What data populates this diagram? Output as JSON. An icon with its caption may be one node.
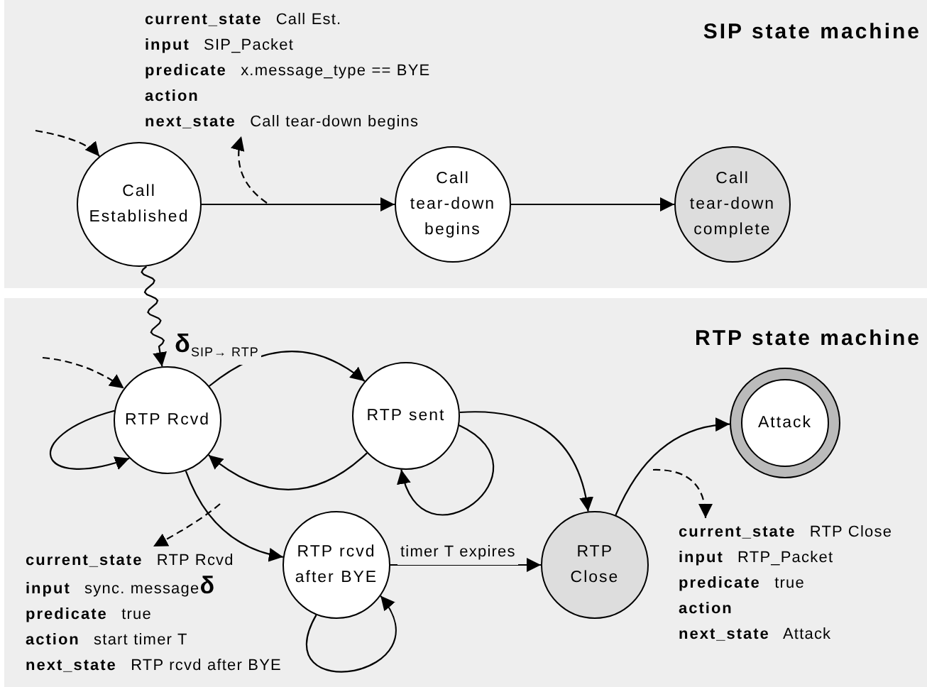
{
  "diagram": {
    "nodes": [
      {
        "text": [
          "SIP state machine"
        ]
      },
      {
        "text": [
          "**current_state** Call Est.",
          "**input** SIP_Packet",
          "**predicate** x.message_type == BYE",
          "**action**",
          "**next_state** Call tear-down begins"
        ],
        "in": 0
      },
      {
        "text": [
          "Call Established"
        ],
        "in": 0
      },
      {
        "text": [
          "Call tear-down begins"
        ],
        "in": 0
      },
      {
        "text": [
          "Call tear-down complete"
        ],
        "in": 0
      },
      {
        "text": [
          "RTP state machine"
        ]
      },
      {
        "text": [
          "RTP Rcvd"
        ],
        "in": 5
      },
      {
        "text": [
          "RTP sent"
        ],
        "in": 5
      },
      {
        "text": [
          "RTP rcvd after BYE"
        ],
        "in": 5
      },
      {
        "text": [
          "RTP Close"
        ],
        "in": 5
      },
      {
        "text": [
          "Attack"
        ],
        "in": 5
      },
      {
        "text": [
          "**current_state** RTP Rcvd",
          "**input** sync. message**δ**",
          "**predicate** true",
          "**action** start timer T",
          "**next_state** RTP rcvd after BYE"
        ],
        "in": 5
      },
      {
        "text": [
          "**current_state** RTP Close",
          "**input** RTP_Packet",
          "**predicate** true",
          "**action**",
          "**next_state** Attack"
        ],
        "in": 5
      }
    ],
    "edges": [
      {
        "from": null,
        "to": 2,
        "arrow": "to",
        "style": "dashed"
      },
      {
        "from": 2,
        "to": 3,
        "arrow": "to"
      },
      {
        "from": 3,
        "to": 4,
        "arrow": "to"
      },
      {
        "from": null,
        "to": 1,
        "arrow": "to",
        "style": "dashed"
      },
      {
        "from": 2,
        "to": 6,
        "arrow": "to",
        "label": "δ$_{SIP→ RTP}$"
      },
      {
        "from": null,
        "to": 6,
        "arrow": "to",
        "style": "dashed"
      },
      {
        "from": 6,
        "to": 6,
        "arrow": "to"
      },
      {
        "from": 6,
        "to": 7,
        "arrow": "to"
      },
      {
        "from": 7,
        "to": 6,
        "arrow": "to"
      },
      {
        "from": 7,
        "to": 7,
        "arrow": "to"
      },
      {
        "from": 7,
        "to": 9,
        "arrow": "to"
      },
      {
        "from": 6,
        "to": 8,
        "arrow": "to"
      },
      {
        "from": 8,
        "to": 9,
        "arrow": "to",
        "label": "timer T expires"
      },
      {
        "from": 8,
        "to": 8,
        "arrow": "to"
      },
      {
        "from": 9,
        "to": 10,
        "arrow": "to"
      },
      {
        "from": null,
        "to": 11,
        "arrow": "to",
        "style": "dashed"
      },
      {
        "from": null,
        "to": 12,
        "arrow": "to",
        "style": "dashed"
      }
    ]
  }
}
